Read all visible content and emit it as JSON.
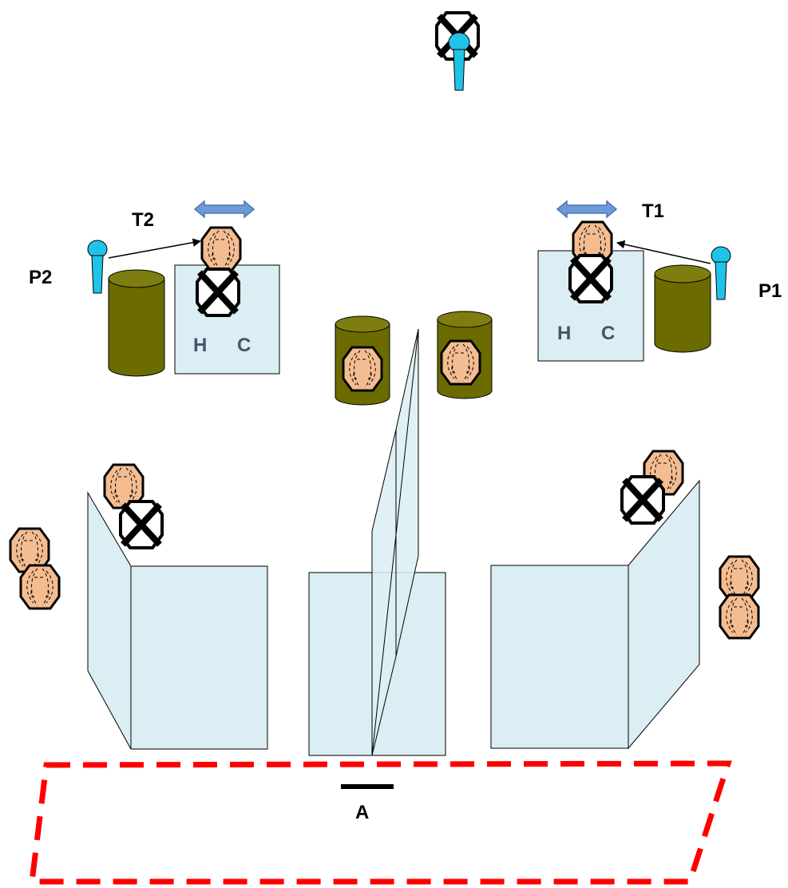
{
  "labels": {
    "t1": "T1",
    "t2": "T2",
    "p1": "P1",
    "p2": "P2",
    "a": "A",
    "h_right": "H",
    "c_right": "C",
    "h_left": "H",
    "c_left": "C"
  },
  "colors": {
    "panel_fill": "#DAEEF3",
    "panel_stroke": "#000000",
    "cylinder_body": "#6B6B00",
    "cylinder_top": "#7E7E10",
    "head_fill": "#F4BD91",
    "head_stroke": "#000000",
    "pin_fill": "#20C3E8",
    "arrow_fill": "#6E9BD6",
    "arrow_stroke": "#4A75B5",
    "dashed_area": "#FF0000",
    "label_text": "#000000",
    "hc_text": "#44546A"
  },
  "icons": {
    "face_icon": "peach-octagon-face",
    "crossed_icon": "white-octagon-with-x",
    "pin_icon": "blue-pin-marker",
    "bidirectional_arrow_icon": "double-headed-arrow"
  }
}
